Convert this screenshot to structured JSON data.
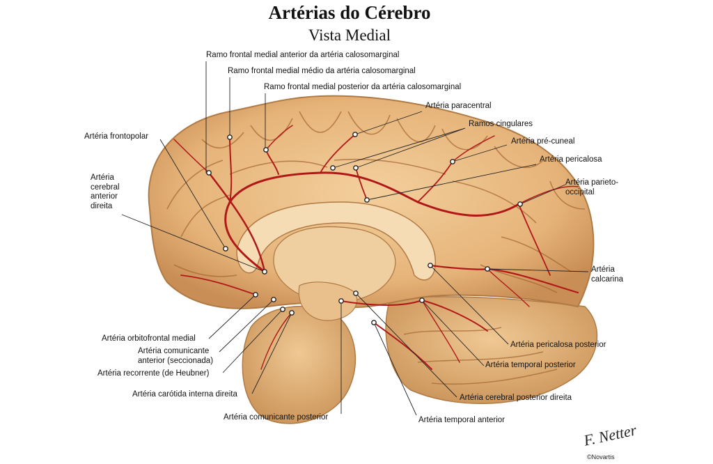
{
  "header": {
    "title": "Artérias do Cérebro",
    "subtitle": "Vista Medial"
  },
  "labels": {
    "frontal_anterior": "Ramo frontal medial anterior da artéria calosomarginal",
    "frontal_medio": "Ramo frontal medial médio da artéria calosomarginal",
    "frontal_posterior": "Ramo frontal medial posterior da artéria calosomarginal",
    "paracentral": "Artéria paracentral",
    "cingulares": "Ramos cingulares",
    "frontopolar": "Artéria frontopolar",
    "pre_cuneal": "Artéria pré-cuneal",
    "pericalosa": "Artéria pericalosa",
    "cerebral_anterior": "Artéria\ncerebral\nanterior\ndireita",
    "parieto_occipital": "Artéria parieto-\noccipital",
    "calcarina": "Artéria\ncalcarina",
    "orbitofrontal": "Artéria orbitofrontal medial",
    "comunicante_anterior": "Artéria comunicante\nanterior (seccionada)",
    "recorrente": "Artéria recorrente (de Heubner)",
    "carotida": "Artéria carótida interna direita",
    "comunicante_posterior": "Artéria comunicante posterior",
    "pericalosa_posterior": "Artéria pericalosa posterior",
    "temporal_posterior": "Artéria temporal posterior",
    "cerebral_posterior": "Artéria cerebral posterior direita",
    "temporal_anterior": "Artéria temporal anterior"
  },
  "credits": {
    "signature": "F. Netter",
    "copyright": "©Novartis"
  },
  "colors": {
    "brain_fill": "#e9b87f",
    "brain_shadow": "#c98e55",
    "gyrus_line": "#a86a36",
    "artery": "#b01818",
    "leader": "#222222"
  }
}
